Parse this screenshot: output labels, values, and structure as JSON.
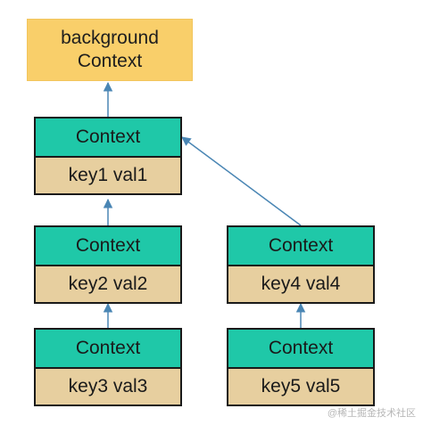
{
  "colors": {
    "root_fill": "#f9cf6a",
    "context_fill": "#1fc8a8",
    "kv_fill": "#e7cf9f",
    "arrow": "#4a86b4"
  },
  "root": {
    "line1": "background",
    "line2": "Context"
  },
  "nodes": [
    {
      "ctx": "Context",
      "kv": "key1 val1"
    },
    {
      "ctx": "Context",
      "kv": "key2 val2"
    },
    {
      "ctx": "Context",
      "kv": "key3 val3"
    },
    {
      "ctx": "Context",
      "kv": "key4 val4"
    },
    {
      "ctx": "Context",
      "kv": "key5 val5"
    }
  ],
  "watermark": "@稀土掘金技术社区"
}
